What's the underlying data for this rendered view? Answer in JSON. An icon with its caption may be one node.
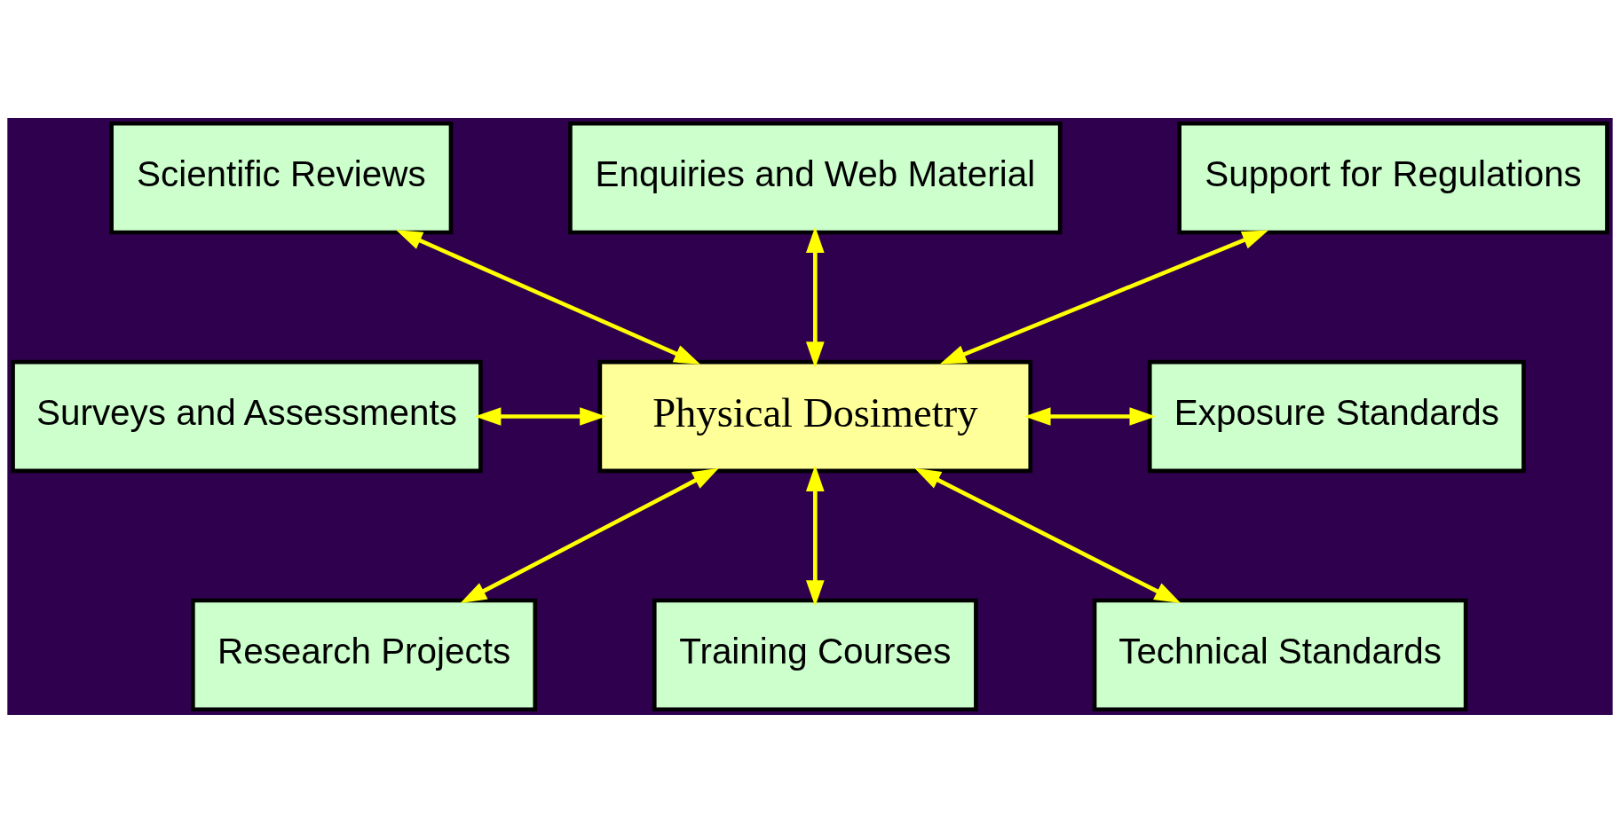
{
  "diagram": {
    "nodes": [
      {
        "text": [
          "Scientific Reviews"
        ]
      },
      {
        "text": [
          "Enquiries and Web Material"
        ]
      },
      {
        "text": [
          "Support for Regulations"
        ]
      },
      {
        "text": [
          "Surveys and Assessments"
        ]
      },
      {
        "text": [
          "Physical Dosimetry"
        ]
      },
      {
        "text": [
          "Exposure Standards"
        ]
      },
      {
        "text": [
          "Research Projects"
        ]
      },
      {
        "text": [
          "Training Courses"
        ]
      },
      {
        "text": [
          "Technical Standards"
        ]
      }
    ],
    "edges": [
      {
        "from": 4,
        "to": 0,
        "arrow": "both"
      },
      {
        "from": 4,
        "to": 1,
        "arrow": "both"
      },
      {
        "from": 4,
        "to": 2,
        "arrow": "both"
      },
      {
        "from": 4,
        "to": 3,
        "arrow": "both"
      },
      {
        "from": 4,
        "to": 5,
        "arrow": "both"
      },
      {
        "from": 4,
        "to": 6,
        "arrow": "both"
      },
      {
        "from": 4,
        "to": 7,
        "arrow": "both"
      },
      {
        "from": 4,
        "to": 8,
        "arrow": "both"
      }
    ]
  }
}
